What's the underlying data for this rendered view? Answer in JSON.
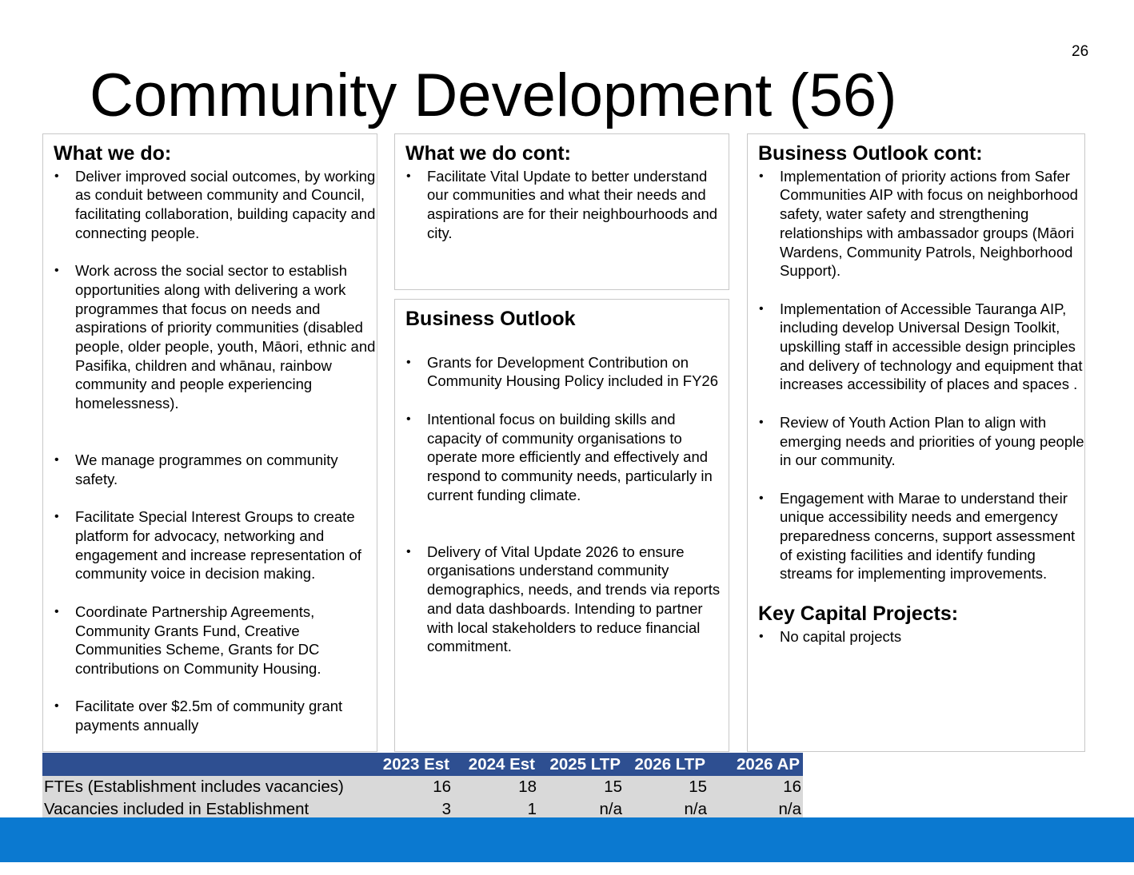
{
  "page_number": "26",
  "title": "Community Development (56)",
  "what_we_do": {
    "heading": "What we do:",
    "items": [
      "Deliver improved social outcomes, by working as conduit between community and Council, facilitating collaboration, building capacity and connecting people.",
      "Work across the social sector to establish opportunities along with delivering a work programmes that focus on needs and aspirations of priority communities (disabled people, older people, youth, Māori, ethnic and Pasifika, children and whānau, rainbow community and people experiencing homelessness).",
      "We manage programmes on community safety.",
      "Facilitate Special Interest Groups to create platform for advocacy, networking and engagement and increase representation of community voice in decision making.",
      "Coordinate Partnership Agreements, Community Grants Fund, Creative Communities Scheme, Grants for DC contributions on Community Housing.",
      "Facilitate over $2.5m of community grant payments annually"
    ]
  },
  "what_we_do_cont": {
    "heading": "What we do cont:",
    "items": [
      "Facilitate Vital Update to better understand our communities and what their needs and aspirations are for their neighbourhoods and city."
    ]
  },
  "business_outlook": {
    "heading": "Business Outlook",
    "items": [
      "Grants for Development Contribution on Community Housing Policy  included in FY26",
      "Intentional focus on building skills and capacity of community organisations to operate more efficiently and effectively and respond to community needs, particularly in current funding climate.",
      "Delivery of Vital Update 2026 to ensure organisations understand community demographics, needs, and trends via reports and data dashboards. Intending to partner with local stakeholders to reduce financial commitment."
    ]
  },
  "business_outlook_cont": {
    "heading": "Business Outlook cont:",
    "items": [
      "Implementation of priority actions from Safer Communities AIP with focus on neighborhood safety, water safety and strengthening relationships with ambassador groups (Māori Wardens, Community Patrols, Neighborhood Support).",
      "Implementation of Accessible Tauranga AIP, including develop Universal Design Toolkit, upskilling staff in accessible design principles and delivery of technology and equipment that increases accessibility of places and spaces .",
      "Review of Youth Action Plan to align with emerging needs and priorities of young people in our community.",
      "Engagement with Marae to understand their unique accessibility needs and emergency preparedness concerns, support assessment of existing facilities and identify funding streams for implementing improvements."
    ]
  },
  "key_capital_projects": {
    "heading": "Key Capital Projects:",
    "items": [
      "No capital projects"
    ]
  },
  "fte_table": {
    "columns": [
      "",
      "2023 Est",
      "2024 Est",
      "2025 LTP",
      "2026 LTP",
      "2026 AP"
    ],
    "rows": [
      [
        "FTEs (Establishment includes vacancies)",
        "16",
        "18",
        "15",
        "15",
        "16"
      ],
      [
        "Vacancies included in Establishment",
        "3",
        "1",
        "n/a",
        "n/a",
        "n/a"
      ]
    ]
  },
  "colors": {
    "table_header": "#2e4f91",
    "table_body": "#d9d9d9",
    "footer_band": "#0b79d0",
    "panel_border": "#c8c8c8"
  }
}
